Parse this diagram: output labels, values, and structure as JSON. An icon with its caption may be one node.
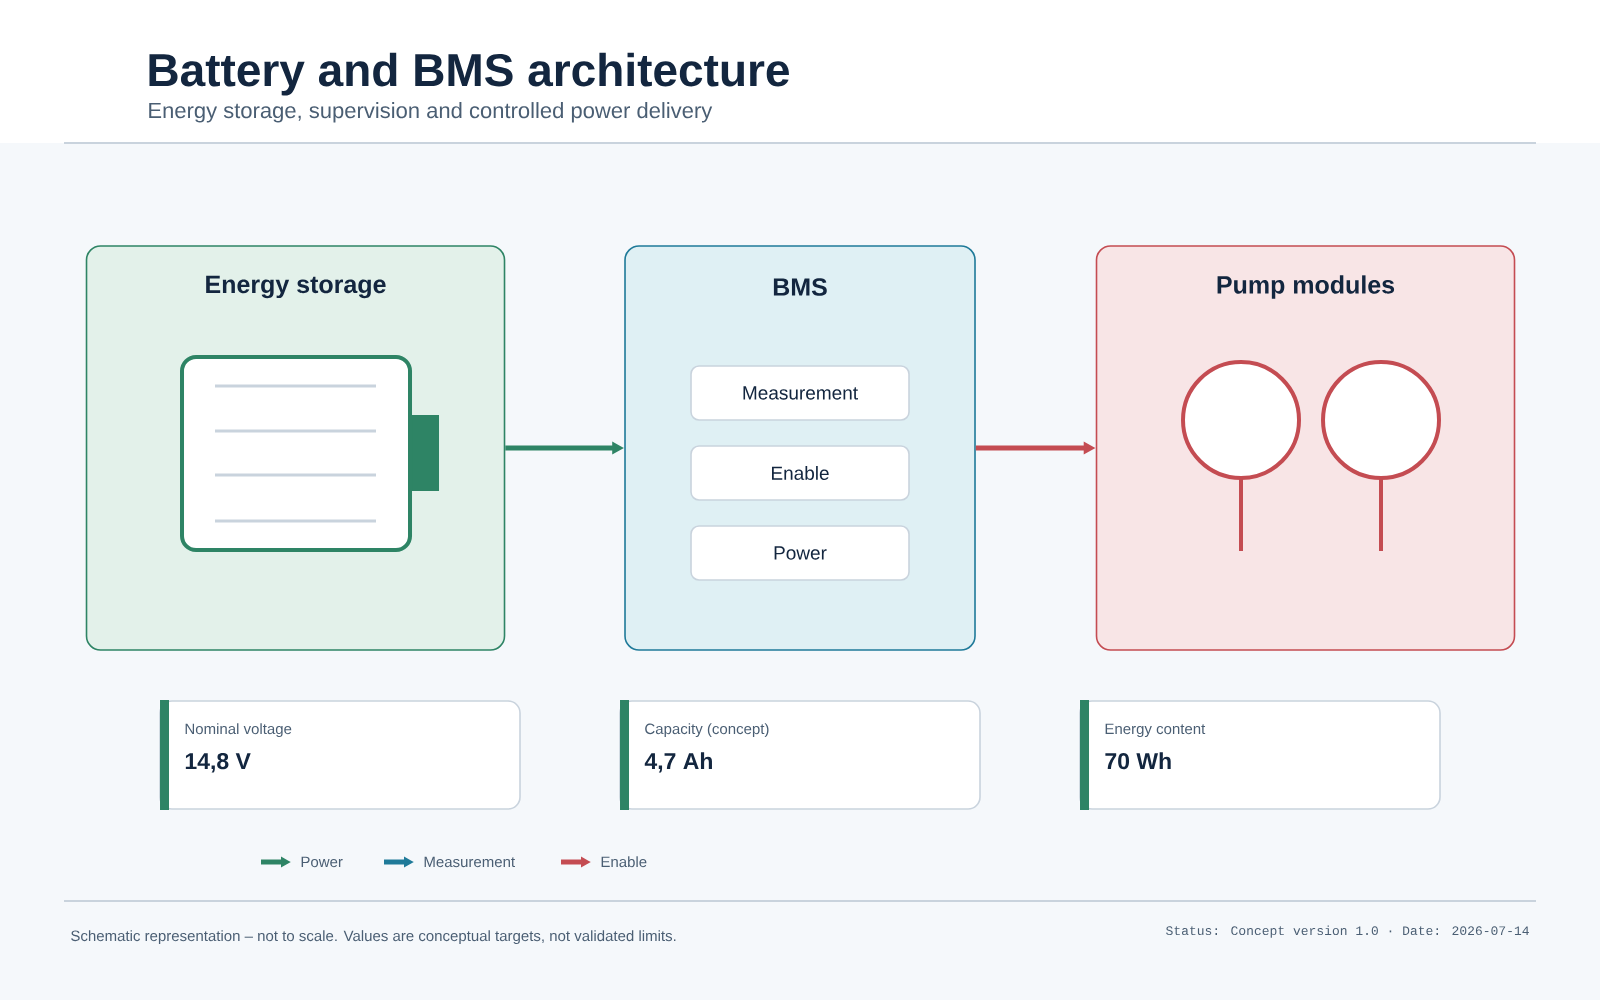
{
  "diagram": {
    "title": "Battery and BMS architecture",
    "nodes": [
      {
        "text": [
          "Energy storage"
        ]
      },
      {
        "text": [
          "BMS"
        ]
      },
      {
        "text": [
          "Measurement"
        ],
        "in": 1
      },
      {
        "text": [
          "Enable"
        ],
        "in": 1
      },
      {
        "text": [
          "Power"
        ],
        "in": 1
      },
      {
        "text": [
          "Pump modules"
        ]
      },
      {
        "text": [
          "Nominal voltage",
          "14,8 V"
        ]
      },
      {
        "text": [
          "Capacity (concept)",
          "4,7 Ah"
        ]
      },
      {
        "text": [
          "Energy content",
          "70 Wh"
        ]
      }
    ],
    "edges": [
      {
        "from": 0,
        "to": 1,
        "arrow": "to",
        "color": "#2e8465"
      },
      {
        "from": 1,
        "to": 5,
        "arrow": "to",
        "color": "#c44c52"
      }
    ],
    "labels": [
      "Energy storage, supervision and controlled power delivery",
      "Schematic representation – not to scale. Values are conceptual targets, not validated limits.",
      "Status: Concept version 1.0 · Date: 2026-07-14"
    ],
    "legend": [
      {
        "text": "Power",
        "color": "#2e8465"
      },
      {
        "text": "Measurement",
        "color": "#1f7a99"
      },
      {
        "text": "Enable",
        "color": "#c44c52"
      }
    ]
  }
}
